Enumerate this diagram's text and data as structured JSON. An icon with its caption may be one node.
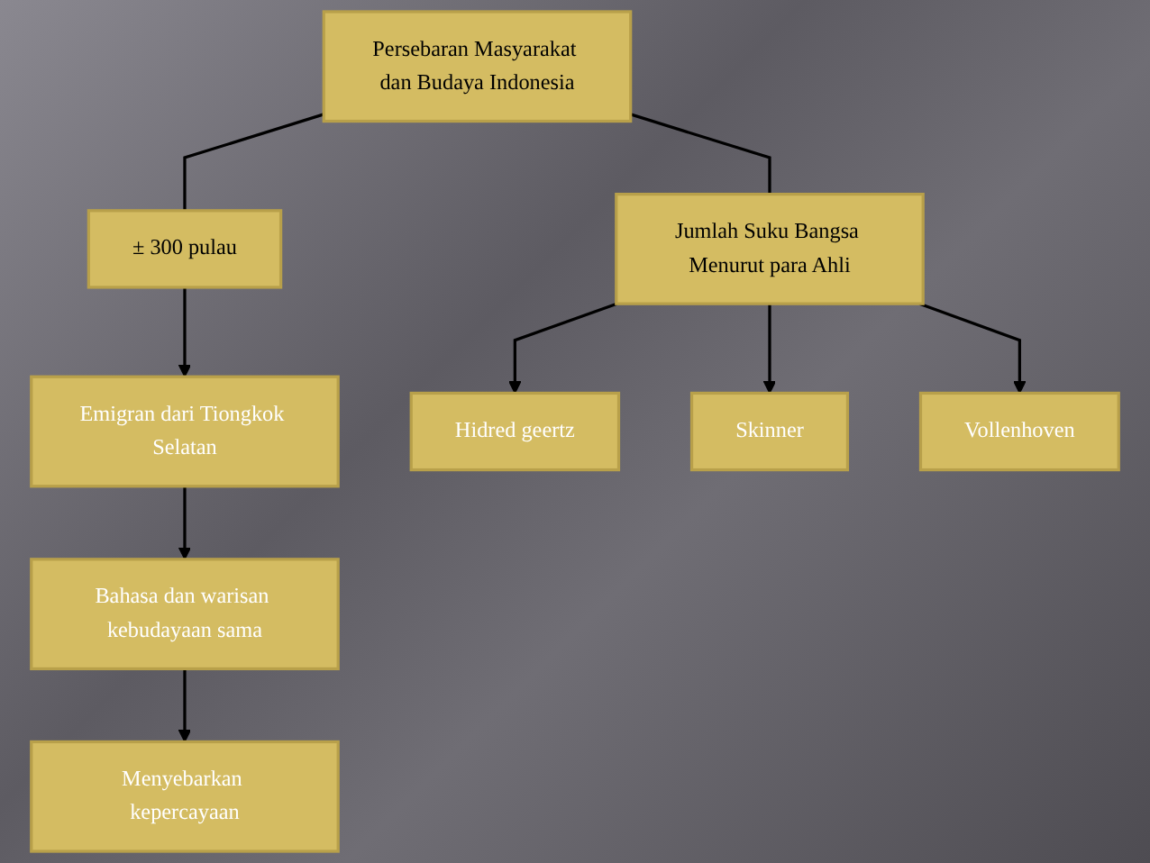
{
  "diagram": {
    "nodes": [
      {
        "text": [
          "Persebaran Masyarakat dan Budaya Indonesia"
        ]
      },
      {
        "text": [
          "± 300 pulau"
        ]
      },
      {
        "text": [
          "Jumlah Suku Bangsa Menurut para Ahli"
        ]
      },
      {
        "text": [
          "Emigran dari Tiongkok Selatan"
        ]
      },
      {
        "text": [
          "Bahasa dan warisan kebudayaan sama"
        ]
      },
      {
        "text": [
          "Menyebarkan kepercayaan"
        ]
      },
      {
        "text": [
          "Hidred geertz"
        ]
      },
      {
        "text": [
          "Skinner"
        ]
      },
      {
        "text": [
          "Vollenhoven"
        ]
      }
    ],
    "edges": [
      {
        "from": 0,
        "to": 1,
        "arrow": "none"
      },
      {
        "from": 0,
        "to": 2,
        "arrow": "none"
      },
      {
        "from": 1,
        "to": 3,
        "arrow": "to"
      },
      {
        "from": 3,
        "to": 4,
        "arrow": "to"
      },
      {
        "from": 4,
        "to": 5,
        "arrow": "to"
      },
      {
        "from": 2,
        "to": 6,
        "arrow": "to"
      },
      {
        "from": 2,
        "to": 7,
        "arrow": "to"
      },
      {
        "from": 2,
        "to": 8,
        "arrow": "to"
      }
    ]
  }
}
